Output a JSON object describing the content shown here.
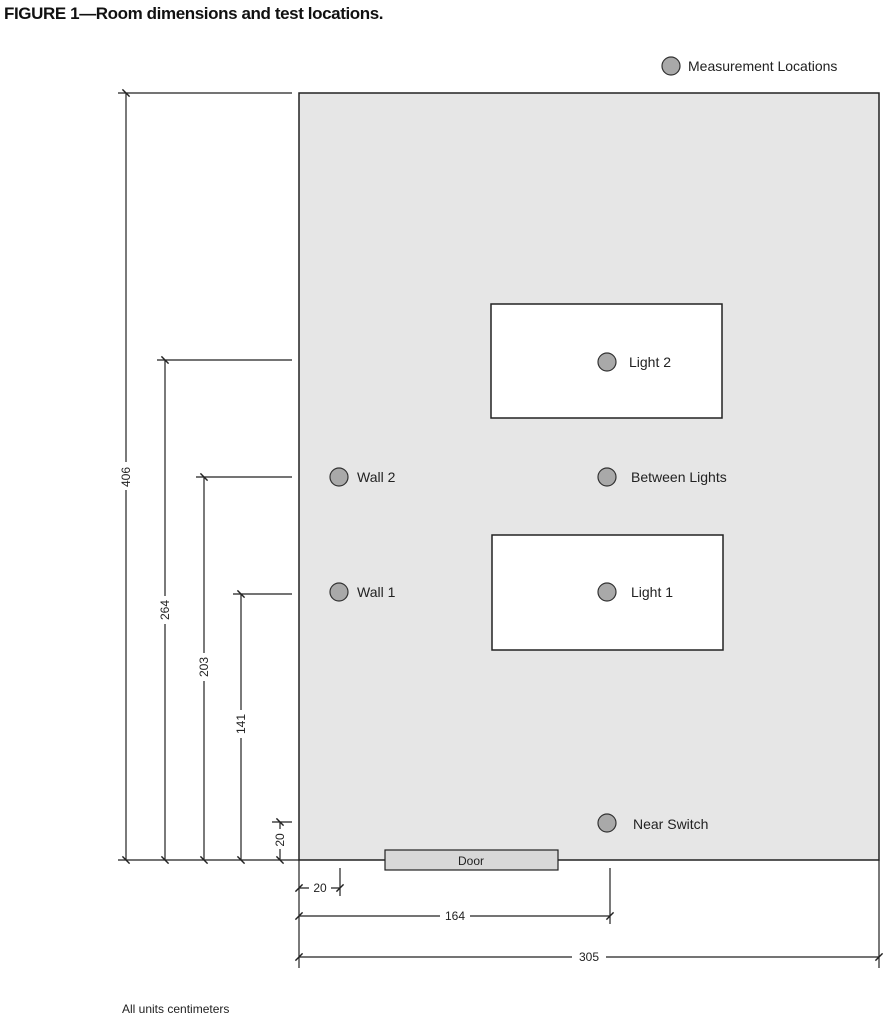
{
  "figure": {
    "title": "FIGURE 1—Room dimensions and test locations.",
    "legend_label": "Measurement Locations",
    "units_note": "All units centimeters"
  },
  "room": {
    "width_cm": 305,
    "depth_cm": 406
  },
  "door": {
    "label": "Door"
  },
  "points": [
    {
      "id": "light-2",
      "label": "Light 2"
    },
    {
      "id": "between-lights",
      "label": "Between Lights"
    },
    {
      "id": "wall-2",
      "label": "Wall 2"
    },
    {
      "id": "wall-1",
      "label": "Wall 1"
    },
    {
      "id": "light-1",
      "label": "Light 1"
    },
    {
      "id": "near-switch",
      "label": "Near Switch"
    }
  ],
  "dimensions": {
    "vertical": [
      "406",
      "264",
      "203",
      "141",
      "20"
    ],
    "horizontal": [
      "20",
      "164",
      "305"
    ]
  },
  "colors": {
    "room_fill": "#e6e6e6",
    "marker_fill": "#a9a9a9",
    "line": "#222222"
  }
}
